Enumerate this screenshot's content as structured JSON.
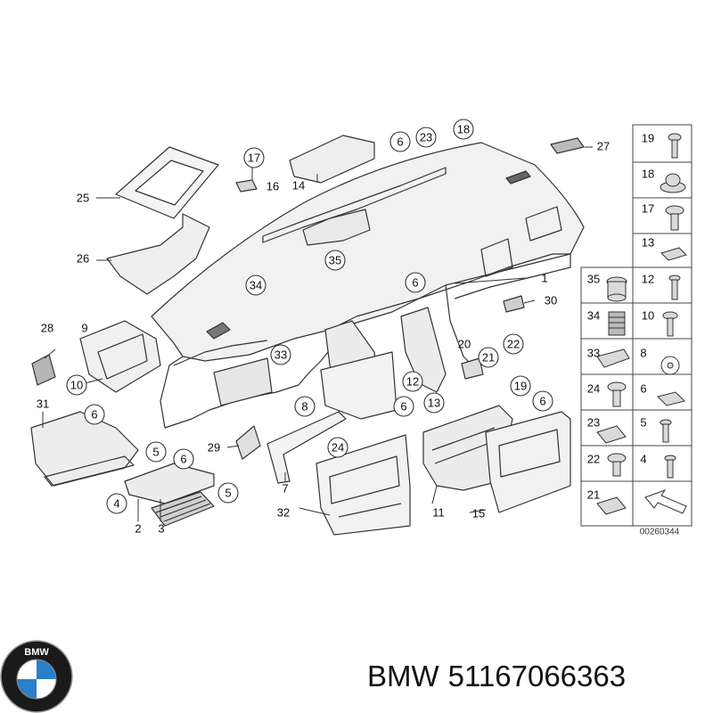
{
  "callouts": [
    "1",
    "2",
    "3",
    "4",
    "5",
    "6",
    "7",
    "8",
    "9",
    "10",
    "11",
    "12",
    "13",
    "14",
    "15",
    "16",
    "17",
    "18",
    "19",
    "20",
    "21",
    "22",
    "23",
    "24",
    "25",
    "26",
    "27",
    "28",
    "29",
    "30",
    "31",
    "32",
    "33",
    "34",
    "35"
  ],
  "legend": {
    "items": [
      {
        "num": "19",
        "icon": "screw-icon"
      },
      {
        "num": "18",
        "icon": "cap-nut-icon"
      },
      {
        "num": "17",
        "icon": "screw-icon"
      },
      {
        "num": "13",
        "icon": "clip-nut-icon"
      },
      {
        "num": "35",
        "icon": "rubber-buffer-icon"
      },
      {
        "num": "12",
        "icon": "screw-icon"
      },
      {
        "num": "34",
        "icon": "spring-icon"
      },
      {
        "num": "10",
        "icon": "screw-icon"
      },
      {
        "num": "33",
        "icon": "bracket-icon"
      },
      {
        "num": "8",
        "icon": "rosette-clip-icon"
      },
      {
        "num": "24",
        "icon": "screw-icon"
      },
      {
        "num": "6",
        "icon": "clip-nut-icon"
      },
      {
        "num": "23",
        "icon": "clip-nut-icon"
      },
      {
        "num": "5",
        "icon": "screw-icon"
      },
      {
        "num": "22",
        "icon": "expanding-rivet-icon"
      },
      {
        "num": "4",
        "icon": "screw-icon"
      },
      {
        "num": "21",
        "icon": "clip-nut-icon"
      },
      {
        "num": "",
        "icon": "direction-arrow-icon"
      }
    ]
  },
  "diagram_code": "00260344",
  "brand": "BMW",
  "part_number": "51167066363",
  "colors": {
    "stroke": "#333333",
    "panel": "#e8e8e8",
    "bmw_blue": "#2a7fc9"
  }
}
